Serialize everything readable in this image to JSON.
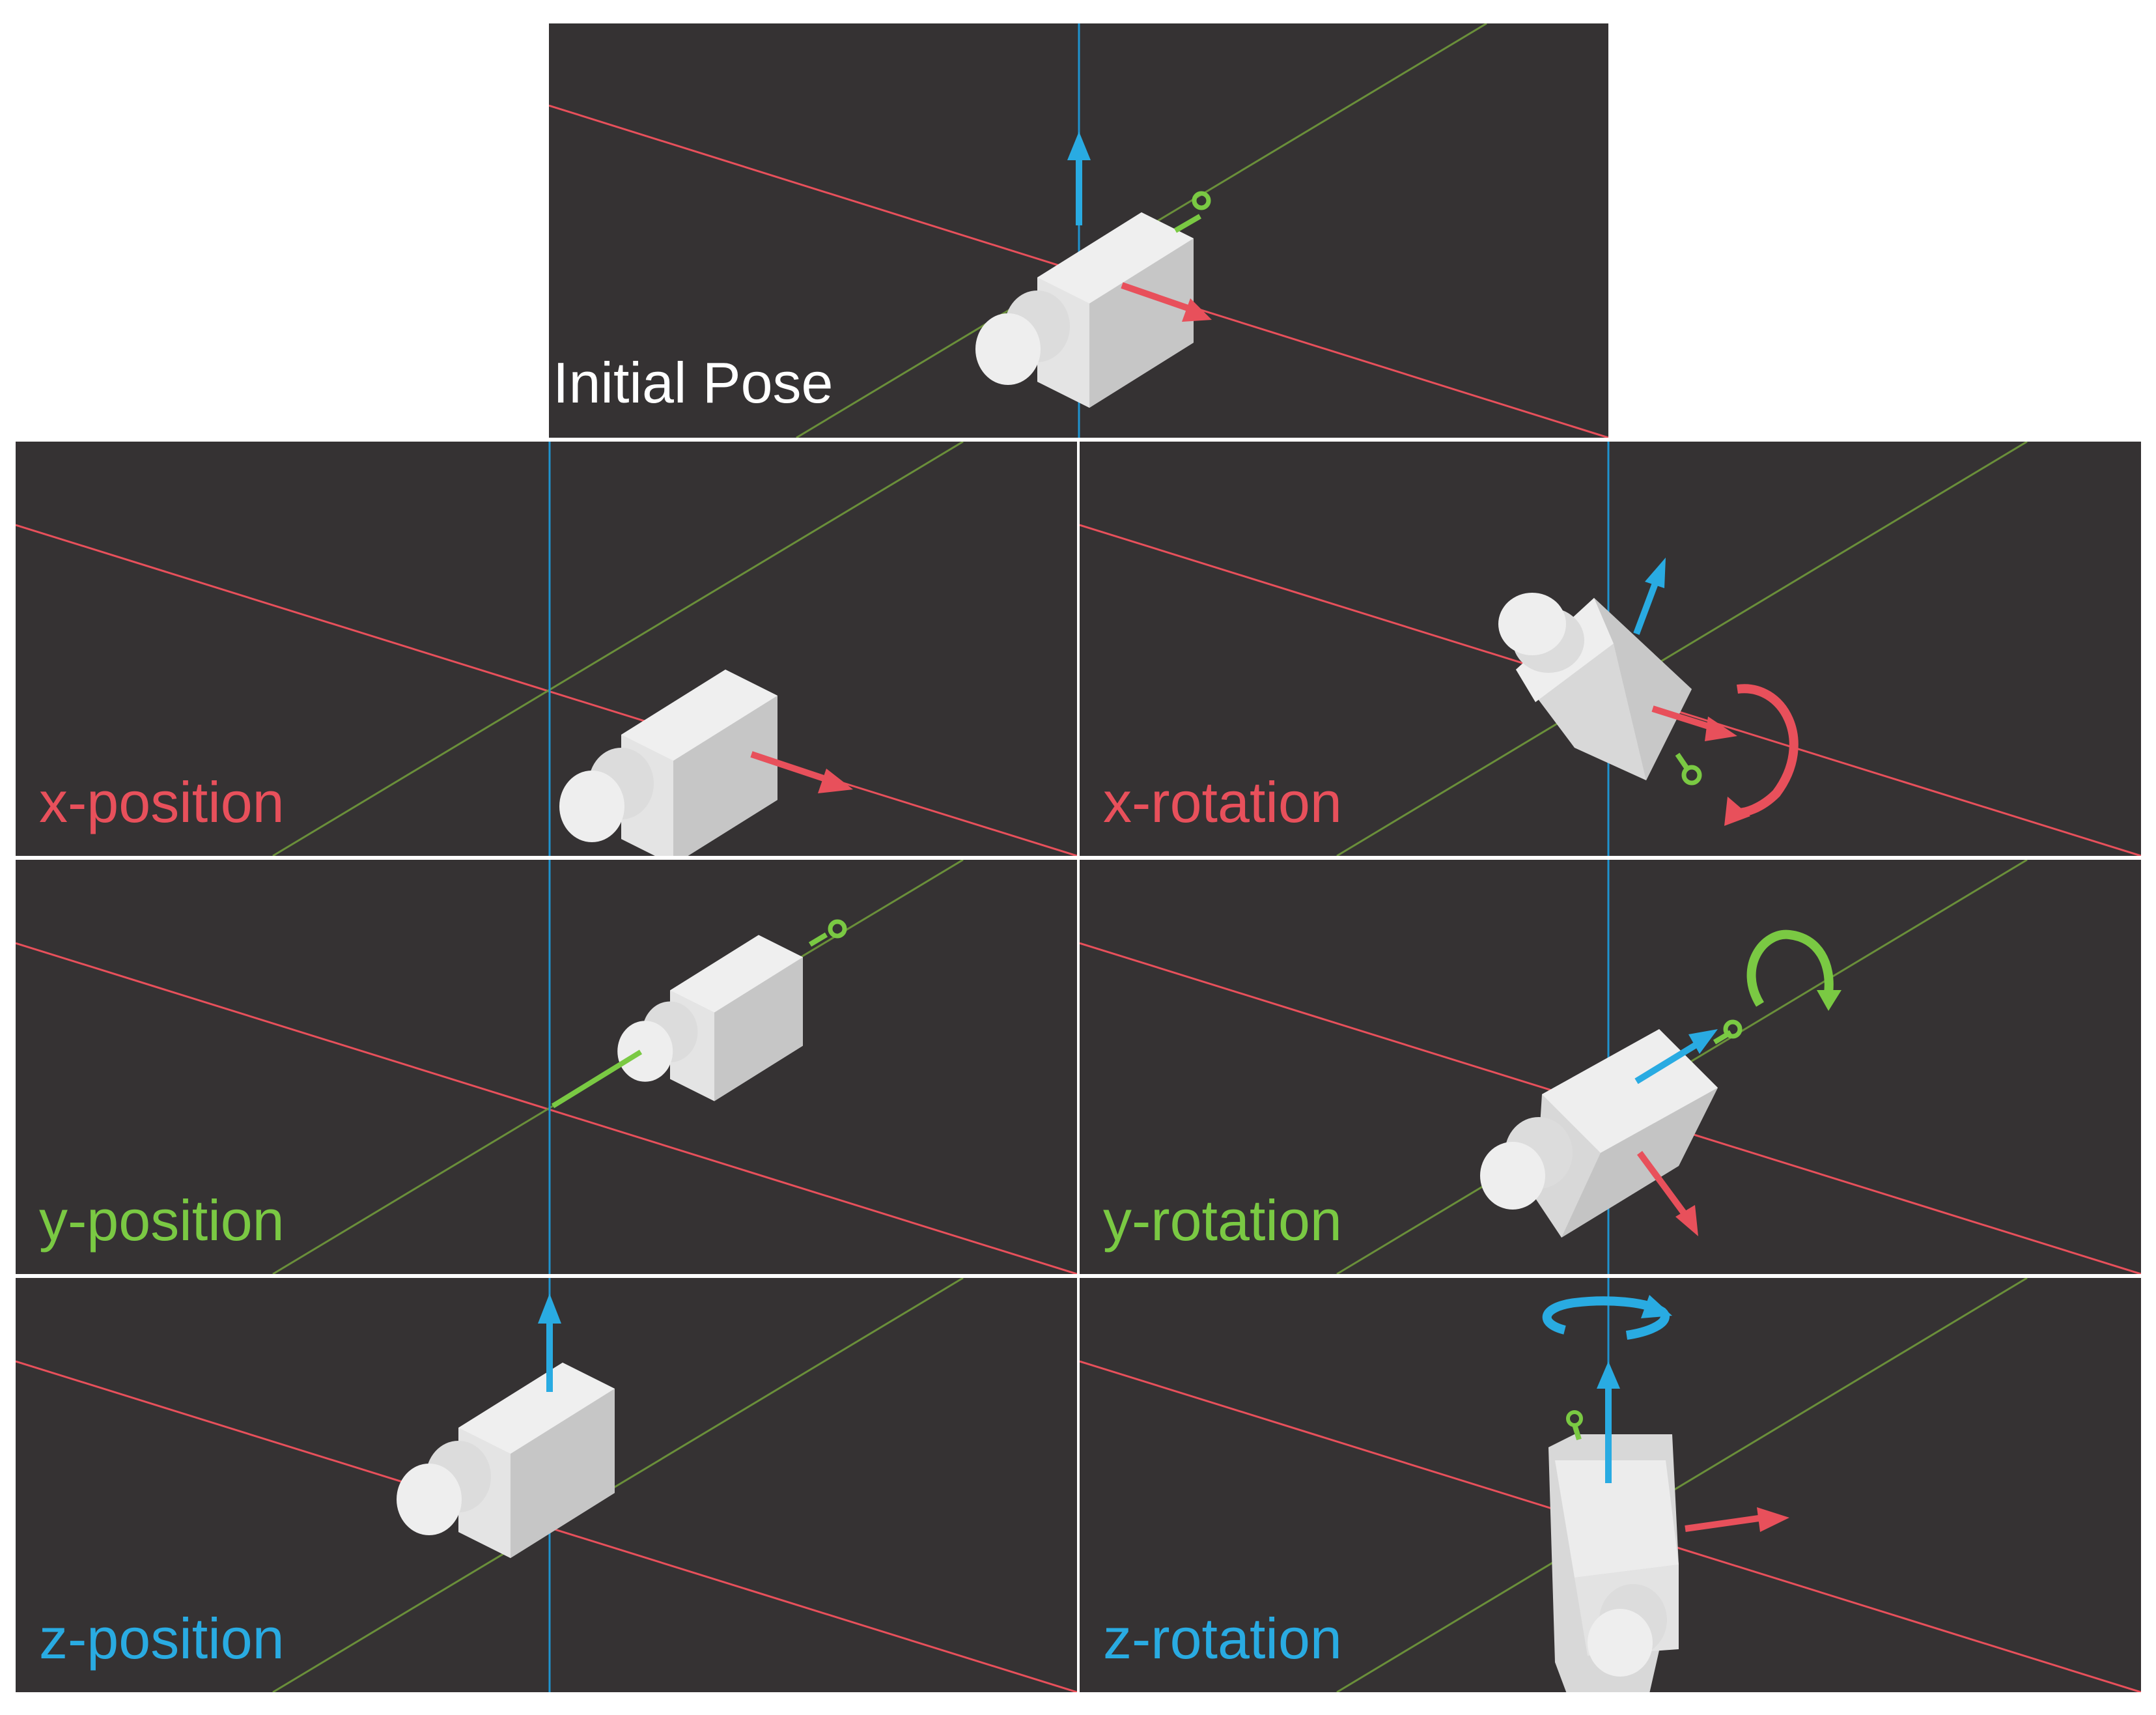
{
  "figure": {
    "panels": [
      {
        "id": "initial",
        "label": "Initial Pose",
        "color": "#ffffff",
        "pose": "initial"
      },
      {
        "id": "x-pos",
        "label": "x-position",
        "color": "#e8505b",
        "pose": "x-position"
      },
      {
        "id": "x-rot",
        "label": "x-rotation",
        "color": "#e8505b",
        "pose": "x-rotation"
      },
      {
        "id": "y-pos",
        "label": "y-position",
        "color": "#7ac943",
        "pose": "y-position"
      },
      {
        "id": "y-rot",
        "label": "y-rotation",
        "color": "#7ac943",
        "pose": "y-rotation"
      },
      {
        "id": "z-pos",
        "label": "z-position",
        "color": "#29abe2",
        "pose": "z-position"
      },
      {
        "id": "z-rot",
        "label": "z-rotation",
        "color": "#29abe2",
        "pose": "z-rotation"
      }
    ],
    "colors": {
      "background": "#353233",
      "x_axis": "#e8505b",
      "y_axis": "#6a8f3a",
      "z_axis": "#1f93cf",
      "camera_body": "#e2e2e2"
    }
  }
}
